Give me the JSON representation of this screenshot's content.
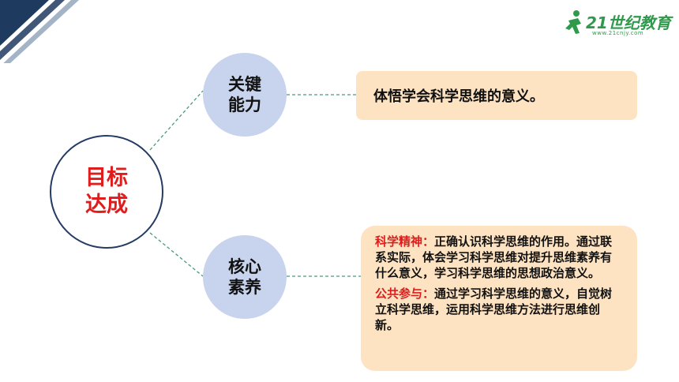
{
  "logo": {
    "text": "21世纪教育",
    "sub": "www.21cnjy.com"
  },
  "center": {
    "line1": "目标",
    "line2": "达成"
  },
  "node1": {
    "line1": "关键",
    "line2": "能力"
  },
  "node2": {
    "line1": "核心",
    "line2": "素养"
  },
  "box1": {
    "text": "体悟学会科学思维的意义。"
  },
  "box2": {
    "p1_label": "科学精神：",
    "p1_text": "正确认识科学思维的作用。通过联系实际，体会学习科学思维对提升思维素养有什么意义，学习科学思维的思想政治意义。",
    "p2_label": "公共参与：",
    "p2_text": "通过学习科学思维的意义，自觉树立科学思维，运用科学思维方法进行思维创新。"
  },
  "colors": {
    "accent_red": "#e01c1c",
    "navy": "#243b63",
    "node_fill": "#c8d4ee",
    "box_fill": "#fde3c2",
    "connector": "#4a9a78",
    "logo_green": "#2f9a4b"
  }
}
